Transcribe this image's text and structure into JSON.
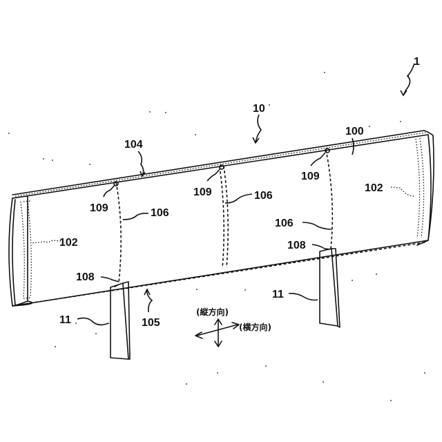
{
  "figure": {
    "labels": {
      "assembly": "1",
      "panel_assembly": "10",
      "panel": "100",
      "end_rib_left": "102",
      "end_rib_right": "102",
      "top_edge": "104",
      "bottom_edge": "105",
      "joint_left": "106",
      "joint_center": "106",
      "joint_right": "106",
      "bracket_mount_left": "108",
      "bracket_mount_right": "108",
      "fastener_left": "109",
      "fastener_center": "109",
      "fastener_right": "109",
      "support_left": "11",
      "support_right": "11"
    },
    "directions": {
      "vertical": "(縦方向)",
      "horizontal": "(横方向)"
    }
  }
}
